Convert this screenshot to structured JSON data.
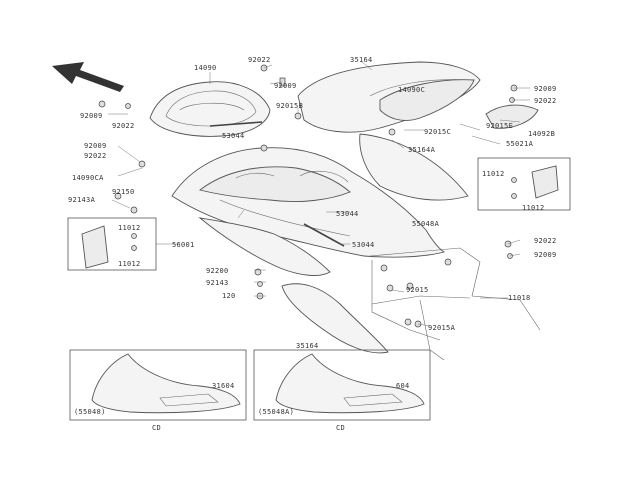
{
  "labels": {
    "p92022a": "92022",
    "p14090": "14090",
    "p92009a": "92009",
    "p35164": "35164",
    "p92009b": "92009",
    "p92022b": "92022",
    "p92009c": "92009",
    "p92022c": "92022",
    "p92015b": "92015B",
    "p14090c": "14090C",
    "p53044a": "53044",
    "p92015c": "92015C",
    "p92015e": "92015E",
    "p14092b": "14092B",
    "p55021a": "55021A",
    "p92009d": "92009",
    "p92022d": "92022",
    "p35164a": "35164A",
    "p14090ca": "14090CA",
    "p92150": "92150",
    "p92143a": "92143A",
    "p11012a": "11012",
    "p11012b": "11012",
    "p11012c": "11012",
    "p11012d": "11012",
    "p53044b": "53044",
    "p55048a": "55048A",
    "p56001": "56001",
    "p53044c": "53044",
    "p92022e": "92022",
    "p92009e": "92009",
    "p92200": "92200",
    "p92143": "92143",
    "p120": "120",
    "p92015": "92015",
    "p11018": "11018",
    "p92015a": "92015A",
    "p35164b": "35164",
    "p31604": "31604",
    "p55048b": "(55048)",
    "p55048c": "(55048A)",
    "p604": "604",
    "capL": "CD",
    "capR": "CD"
  },
  "colors": {
    "line": "#555555",
    "fill": "#f4f4f4",
    "label": "#333333"
  },
  "icons": [
    "front-direction-arrow-icon"
  ]
}
